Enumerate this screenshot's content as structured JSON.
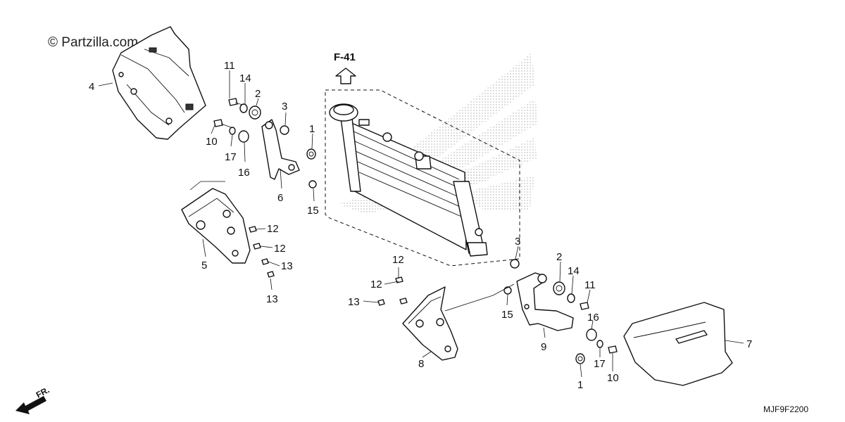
{
  "watermark": "© Partzilla.com",
  "reference": {
    "label": "F-41"
  },
  "direction": {
    "label": "FR."
  },
  "diagram_code": "MJF9F2200",
  "callouts": {
    "c1a": "1",
    "c1b": "1",
    "c2a": "2",
    "c2b": "2",
    "c3a": "3",
    "c3b": "3",
    "c4": "4",
    "c5": "5",
    "c6": "6",
    "c7": "7",
    "c8": "8",
    "c9": "9",
    "c10a": "10",
    "c10b": "10",
    "c11a": "11",
    "c11b": "11",
    "c12a": "12",
    "c12b": "12",
    "c12c": "12",
    "c12d": "12",
    "c13a": "13",
    "c13b": "13",
    "c13c": "13",
    "c14a": "14",
    "c14b": "14",
    "c15a": "15",
    "c15b": "15",
    "c16a": "16",
    "c16b": "16",
    "c17a": "17",
    "c17b": "17"
  }
}
